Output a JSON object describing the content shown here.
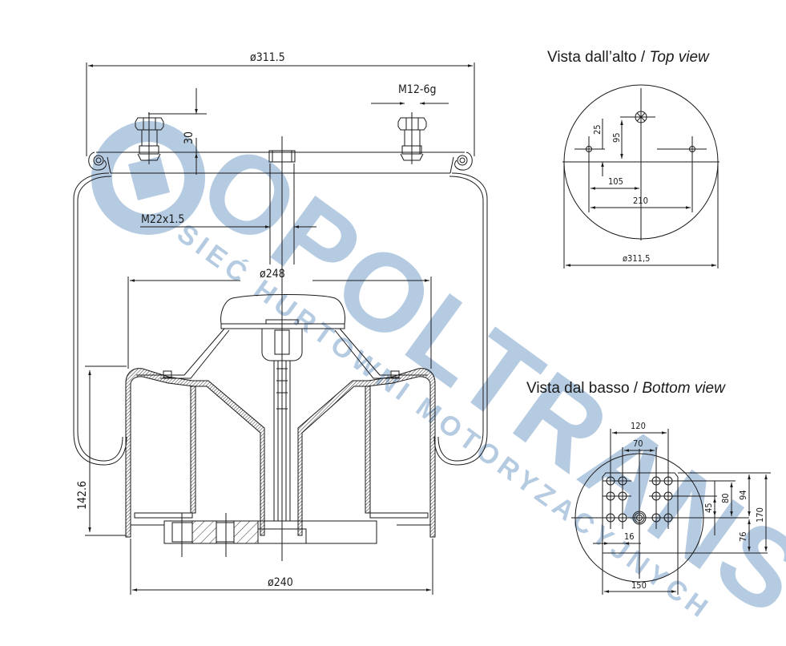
{
  "watermark": {
    "brand": "OPOLTRANS",
    "tagline": "SIEĆ HURTOWNI MOTORYZACYJNYCH",
    "color": "#a9c2dc"
  },
  "side_view": {
    "dims": {
      "top_diameter": "ø311.5",
      "stud_thread": "M12-6g",
      "stud_height": "30",
      "center_thread": "M22x1.5",
      "piston_diameter": "ø248",
      "height": "142.6",
      "base_diameter": "ø240"
    }
  },
  "top_view": {
    "title_it": "Vista dall’alto /",
    "title_en": "Top view",
    "dims": {
      "offset_small": "25",
      "offset_large": "95",
      "half_spacing": "105",
      "spacing": "210",
      "diameter": "ø311,5"
    }
  },
  "bottom_view": {
    "title_it": "Vista dal basso /",
    "title_en": "Bottom view",
    "dims": {
      "outer_spacing": "120",
      "inner_spacing": "70",
      "hole_offset": "16",
      "width": "150",
      "v45": "45",
      "v80": "80",
      "v94": "94",
      "v76": "76",
      "v170": "170"
    }
  },
  "colors": {
    "line": "#1a1a1a",
    "watermark": "#a9c2dc"
  }
}
